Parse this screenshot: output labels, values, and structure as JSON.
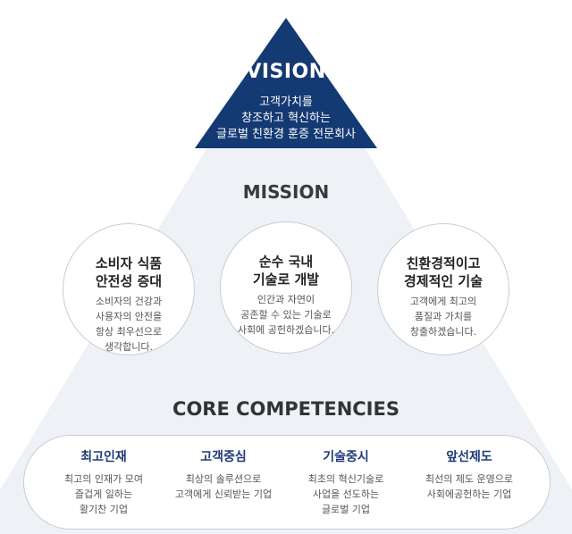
{
  "colors": {
    "navy": "#143a73",
    "light_triangle": "#eef1f6",
    "circle_border": "#c9ccd2",
    "core_title": "#1f3a78"
  },
  "vision": {
    "title": "VISION",
    "lines": [
      "고객가치를",
      "창조하고 혁신하는",
      "글로벌 친환경 훈증 전문회사"
    ]
  },
  "mission": {
    "title": "MISSION",
    "items": [
      {
        "title": [
          "소비자 식품",
          "안전성 증대"
        ],
        "desc": [
          "소비자의 건강과",
          "사용자의 안전을",
          "항상 최우선으로",
          "생각합니다."
        ]
      },
      {
        "title": [
          "순수 국내",
          "기술로 개발"
        ],
        "desc": [
          "인간과 자연이",
          "공존할 수 있는 기술로",
          "사회에 공헌하겠습니다."
        ]
      },
      {
        "title": [
          "친환경적이고",
          "경제적인 기술"
        ],
        "desc": [
          "고객에게 최고의",
          "품질과 가치를",
          "창출하겠습니다."
        ]
      }
    ]
  },
  "core": {
    "title": "CORE COMPETENCIES",
    "items": [
      {
        "title": "최고인재",
        "desc": [
          "최고의 인재가 모여",
          "즐겁게 일하는",
          "활기찬 기업"
        ]
      },
      {
        "title": "고객중심",
        "desc": [
          "최상의 솔루션으로",
          "고객에게 신뢰받는 기업"
        ]
      },
      {
        "title": "기술중시",
        "desc": [
          "최초의 혁신기술로",
          "사업을 선도하는",
          "글로벌 기업"
        ]
      },
      {
        "title": "앞선제도",
        "desc": [
          "최선의 제도 운영으로",
          "사회에공헌하는 기업"
        ]
      }
    ]
  }
}
